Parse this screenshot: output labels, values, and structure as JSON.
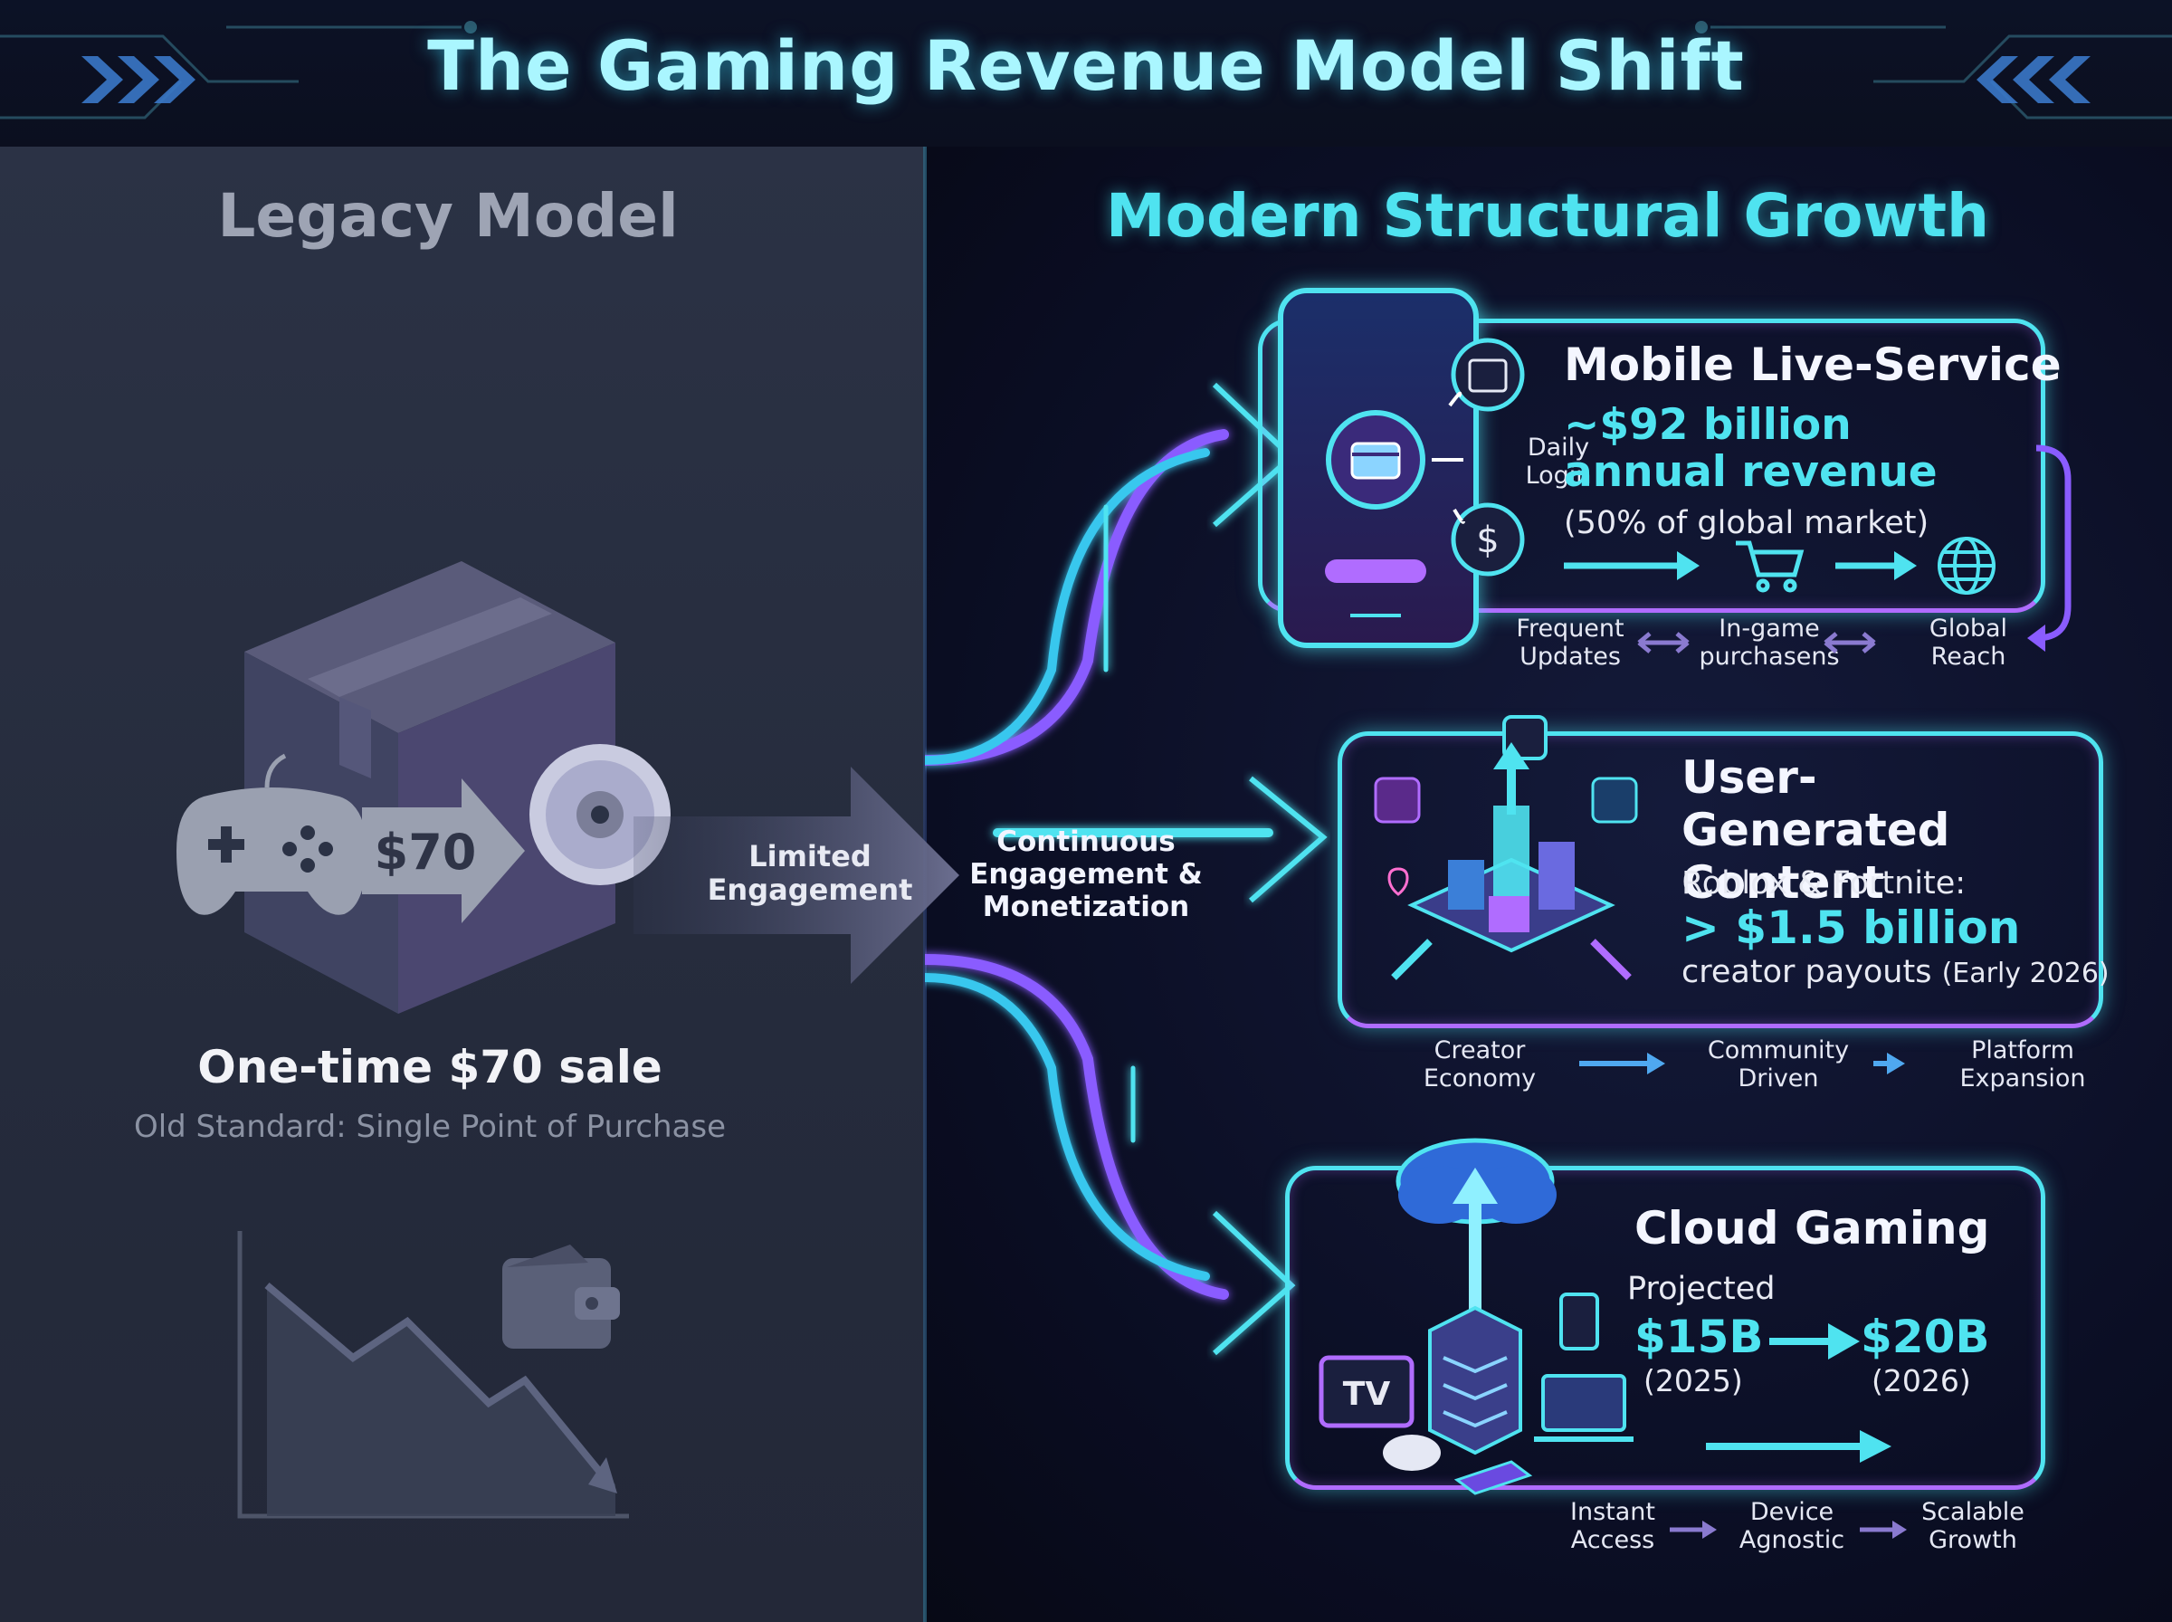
{
  "title": "The Gaming Revenue Model Shift",
  "legacy": {
    "heading": "Legacy Model",
    "price_tag": "$70",
    "sale_title": "One-time $70 sale",
    "sale_subtitle": "Old Standard: Single Point of Purchase",
    "arrow_label": "Limited Engagement",
    "icons": [
      "box-icon",
      "gamepad-icon",
      "disc-icon",
      "declining-chart-icon",
      "wallet-icon"
    ]
  },
  "modern": {
    "heading": "Modern Structural Growth",
    "center_label": "Continuous Engagement & Monetization",
    "mobile": {
      "title": "Mobile Live-Service",
      "stat_highlight": "~$92 billion annual revenue",
      "stat_rest": "(50% of global market)",
      "daily_login": "Daily Login",
      "flow": [
        "Frequent Updates",
        "In-game purchasens",
        "Global Reach"
      ]
    },
    "ugc": {
      "title": "User-Generated Content",
      "platforms": "Roblox & Fortnite:",
      "stat_highlight": "> $1.5 billion",
      "stat_rest": "creator payouts",
      "stat_date": "(Early 2026)",
      "flow": [
        "Creator Economy",
        "Community Driven",
        "Platform Expansion"
      ]
    },
    "cloud": {
      "title": "Cloud Gaming",
      "projected": "Projected",
      "from_value": "$15B",
      "from_year": "(2025)",
      "to_value": "$20B",
      "to_year": "(2026)",
      "tv_text": "TV",
      "flow": [
        "Instant Access",
        "Device Agnostic",
        "Scalable Growth"
      ]
    }
  },
  "colors": {
    "cyan": "#4fe3f0",
    "purple": "#b06cff",
    "legacy_bg": "#2b3245",
    "modern_bg": "#0a0d22"
  }
}
